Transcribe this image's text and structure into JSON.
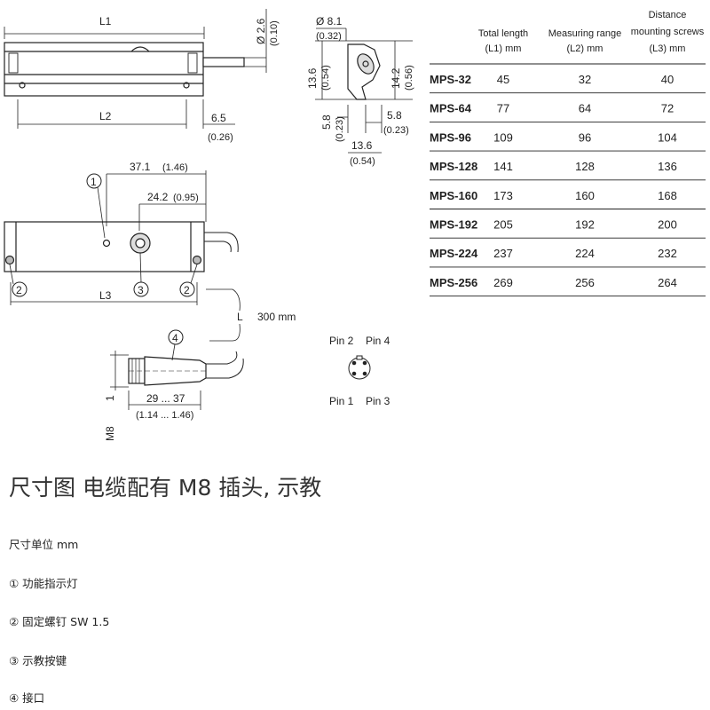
{
  "drawing": {
    "dims": {
      "l1": "L1",
      "dia26": "Ø 2.6",
      "dia26_in": "(0.10)",
      "dia81": "Ø 8.1",
      "dia81_in": "(0.32)",
      "h136": "13.6",
      "h136_in": "(0.54)",
      "h142": "14.2",
      "h142_in": "(0.56)",
      "l2": "L2",
      "d65": "6.5",
      "d65_in": "(0.26)",
      "d58a": "5.8",
      "d58a_in": "(0.23)",
      "d58b": "5.8",
      "d58b_in": "(0.23)",
      "w136": "13.6",
      "w136_in": "(0.54)",
      "d371": "37.1",
      "d371_in": "(1.46)",
      "d242": "24.2",
      "d242_in": "(0.95)",
      "l3": "L3",
      "cable_l": "L",
      "cable_len": "300 mm",
      "c_len": "29 ... 37",
      "c_len_in": "(1.14 ... 1.46)",
      "m8": "M8",
      "m8_x": "1"
    },
    "markers": [
      "1",
      "2",
      "3",
      "2",
      "4"
    ],
    "pins": {
      "p2": "Pin 2",
      "p4": "Pin 4",
      "p1": "Pin 1",
      "p3": "Pin 3"
    }
  },
  "table": {
    "headers": [
      {
        "line1": "Total length",
        "line2": "(L1) mm"
      },
      {
        "line1": "Measuring range",
        "line2": "(L2) mm"
      },
      {
        "line1": "Distance",
        "line2": "mounting screws",
        "line3": "(L3) mm"
      }
    ],
    "rows": [
      {
        "model": "MPS-32",
        "l1": "45",
        "l2": "32",
        "l3": "40"
      },
      {
        "model": "MPS-64",
        "l1": "77",
        "l2": "64",
        "l3": "72"
      },
      {
        "model": "MPS-96",
        "l1": "109",
        "l2": "96",
        "l3": "104"
      },
      {
        "model": "MPS-128",
        "l1": "141",
        "l2": "128",
        "l3": "136"
      },
      {
        "model": "MPS-160",
        "l1": "173",
        "l2": "160",
        "l3": "168"
      },
      {
        "model": "MPS-192",
        "l1": "205",
        "l2": "192",
        "l3": "200"
      },
      {
        "model": "MPS-224",
        "l1": "237",
        "l2": "224",
        "l3": "232"
      },
      {
        "model": "MPS-256",
        "l1": "269",
        "l2": "256",
        "l3": "264"
      }
    ]
  },
  "caption": "尺寸图 电缆配有 M8 插头, 示教",
  "legend": {
    "unit": "尺寸单位   mm",
    "item1": "① 功能指示灯",
    "item2": "② 固定螺钉 SW 1.5",
    "item3": "③ 示教按键",
    "item4": "④ 接口"
  }
}
